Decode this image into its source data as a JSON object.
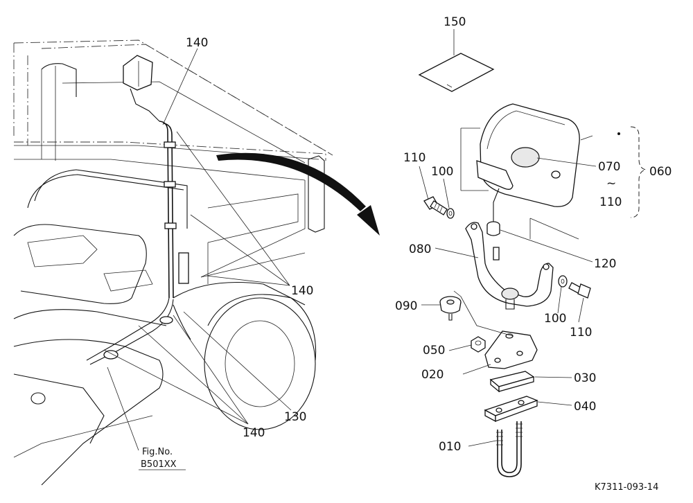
{
  "labels": {
    "p150": "150",
    "p140_top": "140",
    "p140_mid": "140",
    "p140_bottom": "140",
    "p130": "130",
    "p110_left": "110",
    "p100_left": "100",
    "p070": "070",
    "p060": "060",
    "p110_bracket": "110",
    "tilde": "~",
    "p080": "080",
    "p120": "120",
    "p090": "090",
    "p100_right": "100",
    "p110_right": "110",
    "p050": "050",
    "p020": "020",
    "p030": "030",
    "p040": "040",
    "p010": "010"
  },
  "figure_ref": {
    "line1": "Fig.No.",
    "line2": "B501XX"
  },
  "drawing_code": "K7311-093-14"
}
